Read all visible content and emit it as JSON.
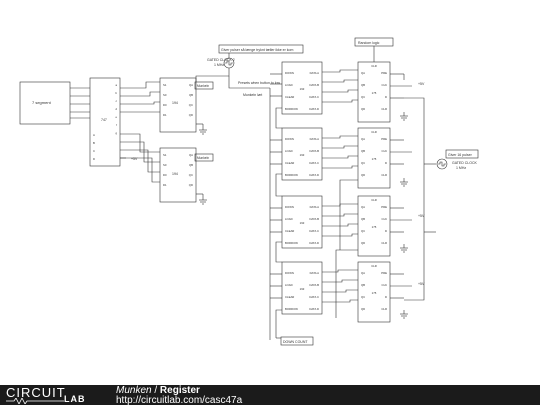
{
  "schematic": {
    "seven_segment_label": "7 segment",
    "decoder": {
      "part": "747",
      "inputs": [
        "A",
        "B",
        "C",
        "D"
      ],
      "outputs": [
        "a",
        "b",
        "c",
        "d",
        "e",
        "f",
        "g"
      ]
    },
    "shift_registers": [
      {
        "part": "194",
        "pins_left": [
          "S1",
          "S0",
          "D0",
          "D1"
        ],
        "pins_right": [
          "QA",
          "QB",
          "QC",
          "QD"
        ],
        "tag": "Munkeln"
      },
      {
        "part": "194",
        "pins_left": [
          "S1",
          "S0",
          "D0",
          "D1"
        ],
        "pins_right": [
          "QA",
          "QB",
          "QC",
          "QD"
        ],
        "tag": "Munkeln"
      }
    ],
    "counters": [
      {
        "part": "193",
        "pins_left": [
          "DOWN",
          "LOAD",
          "CLEAR",
          "BORROW"
        ],
        "pins_right": [
          "DATA A",
          "DATA B",
          "DATA C",
          "DATA D"
        ]
      },
      {
        "part": "193",
        "pins_left": [
          "DOWN",
          "LOAD",
          "CLEAR",
          "BORROW"
        ],
        "pins_right": [
          "DATA A",
          "DATA B",
          "DATA C",
          "DATA D"
        ]
      },
      {
        "part": "193",
        "pins_left": [
          "DOWN",
          "LOAD",
          "CLEAR",
          "BORROW"
        ],
        "pins_right": [
          "DATA A",
          "DATA B",
          "DATA C",
          "DATA D"
        ]
      },
      {
        "part": "193",
        "pins_left": [
          "DOWN",
          "LOAD",
          "CLEAR",
          "BORROW"
        ],
        "pins_right": [
          "DATA A",
          "DATA B",
          "DATA C",
          "DATA D"
        ]
      }
    ],
    "registers": [
      {
        "part": "175",
        "top": "CLR",
        "pins_left": [
          "QA",
          "QB",
          "QC",
          "QD"
        ],
        "pins_right": [
          "PRE",
          "CLK",
          "D",
          "CLR"
        ]
      },
      {
        "part": "175",
        "top": "CLR",
        "pins_left": [
          "QA",
          "QB",
          "QC",
          "QD"
        ],
        "pins_right": [
          "PRE",
          "CLK",
          "D",
          "CLR"
        ]
      },
      {
        "part": "175",
        "top": "CLR",
        "pins_left": [
          "QA",
          "QB",
          "QC",
          "QD"
        ],
        "pins_right": [
          "PRE",
          "CLK",
          "D",
          "CLR"
        ]
      },
      {
        "part": "175",
        "top": "CLR",
        "pins_left": [
          "QA",
          "QB",
          "QC",
          "QD"
        ],
        "pins_right": [
          "PRE",
          "CLK",
          "D",
          "CLR"
        ]
      }
    ],
    "gated_clock_2": {
      "label": "GATED CLOCK 2",
      "freq": "1 MHz"
    },
    "gated_clock_right": {
      "label": "GATED CLOCK",
      "freq": "1 MHz"
    },
    "note_top": "Giver pulser så længe tryknt tæller ikke er kom",
    "note_right": "Giver 16 pulser",
    "note_random": "Random logic",
    "preset_label": "Presets when button to low",
    "ready_label": "Munkeln lørt",
    "down_count_label": "DOWN COUNT",
    "supply_labels": [
      "+5V",
      "+5V",
      "+5V",
      "+5V",
      "+5V"
    ]
  },
  "footer": {
    "logo_top": "CIRCUIT",
    "logo_bottom": "LAB",
    "author": "Munken",
    "separator": " / ",
    "title": "Register",
    "url": "http://circuitlab.com/casc47a"
  },
  "colors": {
    "wire": "#333333",
    "footer_bg": "#1b1b1b"
  }
}
